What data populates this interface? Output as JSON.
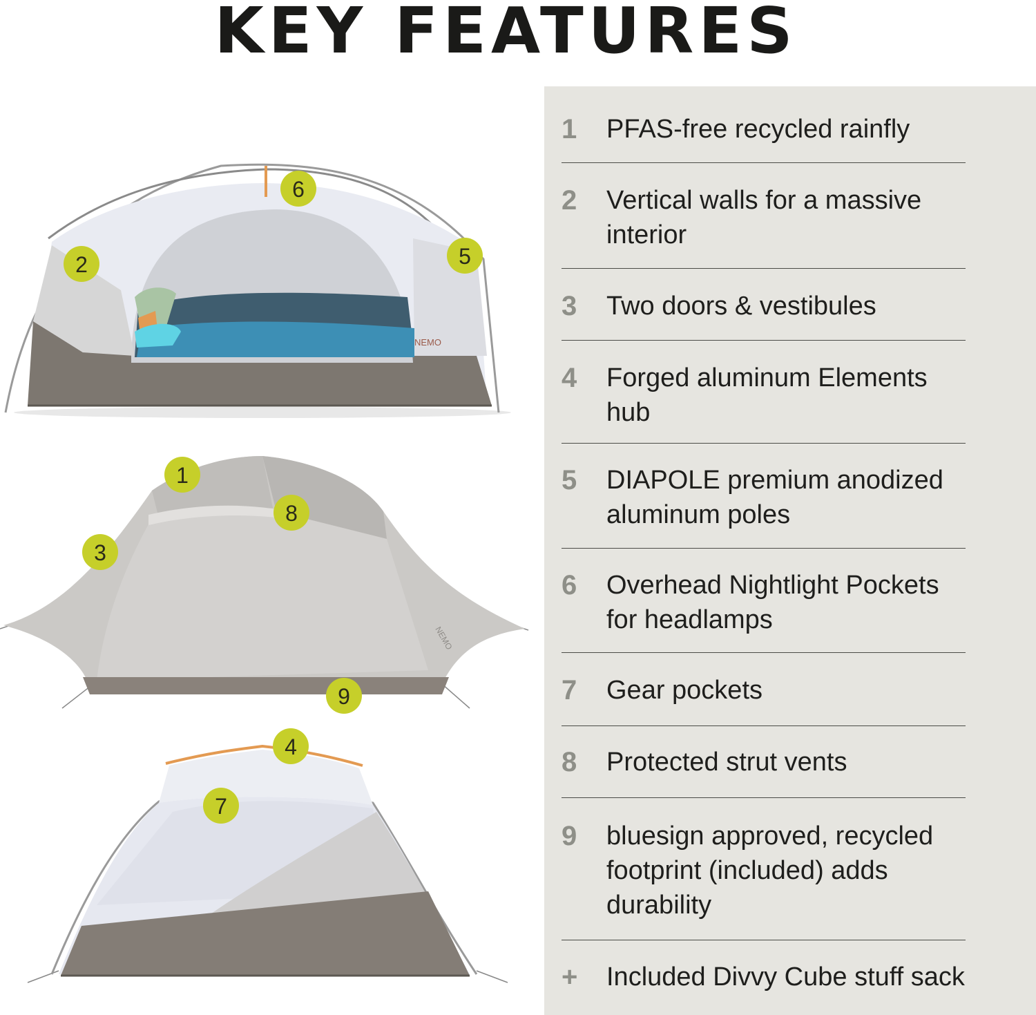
{
  "title": "KEY FEATURES",
  "features": [
    {
      "num": "1",
      "text": "PFAS-free recycled rainfly"
    },
    {
      "num": "2",
      "text": "Vertical walls for a massive interior"
    },
    {
      "num": "3",
      "text": "Two doors & vestibules"
    },
    {
      "num": "4",
      "text": "Forged aluminum Elements hub"
    },
    {
      "num": "5",
      "text": "DIAPOLE premium anodized aluminum poles"
    },
    {
      "num": "6",
      "text": "Overhead Nightlight Pockets for headlamps"
    },
    {
      "num": "7",
      "text": "Gear pockets"
    },
    {
      "num": "8",
      "text": "Protected strut vents"
    },
    {
      "num": "9",
      "text": "bluesign approved, recycled footprint (included) adds durability"
    },
    {
      "num": "+",
      "text": "Included Divvy Cube stuff sack"
    }
  ],
  "callouts": {
    "top": [
      "6",
      "2",
      "5"
    ],
    "middle": [
      "1",
      "8",
      "3",
      "9"
    ],
    "bottom": [
      "4",
      "7"
    ]
  },
  "logo": "NEMO",
  "colors": {
    "panel": "#e6e5e0",
    "callout": "#c6cf2a",
    "number": "#8e8f88",
    "mesh": "#eceef3",
    "floor": "#7d7770",
    "fly": "#c9c7c4",
    "pole_orange": "#e39a52"
  }
}
